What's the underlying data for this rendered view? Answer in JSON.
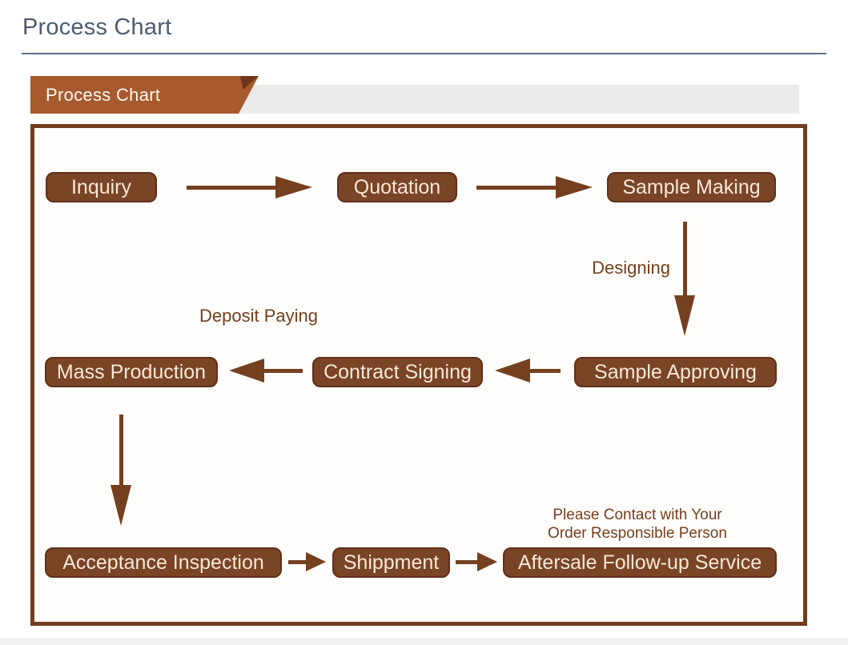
{
  "header": {
    "title": "Process Chart"
  },
  "ribbon": {
    "label": "Process Chart"
  },
  "colors": {
    "node_fill": "#7a4426",
    "node_text": "#f6e9d8",
    "arrow": "#74401f",
    "frame_border": "#713d1f",
    "ribbon": "#a65a2d",
    "ribbon_fold": "#6f3418",
    "ribbon_track": "#ebebeb",
    "page_title": "#4d5c6e",
    "title_rule": "#5d7487"
  },
  "flowchart": {
    "nodes": [
      {
        "id": "inquiry",
        "label": "Inquiry"
      },
      {
        "id": "quotation",
        "label": "Quotation"
      },
      {
        "id": "sample-making",
        "label": "Sample Making"
      },
      {
        "id": "mass-production",
        "label": "Mass Production"
      },
      {
        "id": "contract-signing",
        "label": "Contract Signing"
      },
      {
        "id": "sample-approving",
        "label": "Sample Approving"
      },
      {
        "id": "acceptance-inspection",
        "label": "Acceptance Inspection"
      },
      {
        "id": "shippment",
        "label": "Shippment"
      },
      {
        "id": "aftersale",
        "label": "Aftersale Follow-up Service"
      }
    ],
    "labels": {
      "designing": "Designing",
      "deposit_paying": "Deposit Paying",
      "contact_note_line1": "Please Contact with Your",
      "contact_note_line2": "Order Responsible Person"
    },
    "edges": [
      {
        "from": "Inquiry",
        "to": "Quotation"
      },
      {
        "from": "Quotation",
        "to": "Sample Making"
      },
      {
        "from": "Sample Making",
        "to": "Sample Approving",
        "label": "Designing"
      },
      {
        "from": "Sample Approving",
        "to": "Contract Signing"
      },
      {
        "from": "Contract Signing",
        "to": "Mass Production",
        "label": "Deposit Paying"
      },
      {
        "from": "Mass Production",
        "to": "Acceptance Inspection"
      },
      {
        "from": "Acceptance Inspection",
        "to": "Shippment"
      },
      {
        "from": "Shippment",
        "to": "Aftersale Follow-up Service",
        "note": "Please Contact with Your Order Responsible Person"
      }
    ]
  }
}
